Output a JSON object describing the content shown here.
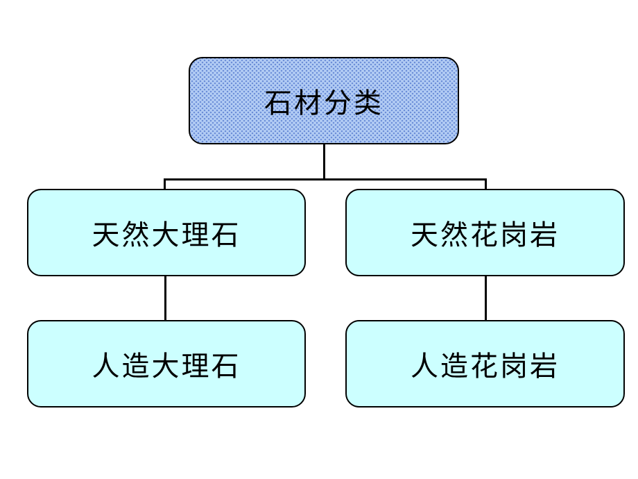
{
  "diagram": {
    "type": "tree",
    "root": {
      "id": "stone-classification",
      "label": "石材分类"
    },
    "children": [
      {
        "id": "natural-marble",
        "label": "天然大理石",
        "child": {
          "id": "artificial-marble",
          "label": "人造大理石"
        }
      },
      {
        "id": "natural-granite",
        "label": "天然花岗岩",
        "child": {
          "id": "artificial-granite",
          "label": "人造花岗岩"
        }
      }
    ]
  },
  "colors": {
    "background": "#ffffff",
    "root_fill": "#b3cdf4",
    "root_dot": "#6d8fd8",
    "child_fill": "#ccffff",
    "node_border": "#000000",
    "connector": "#000000",
    "text": "#000000"
  }
}
